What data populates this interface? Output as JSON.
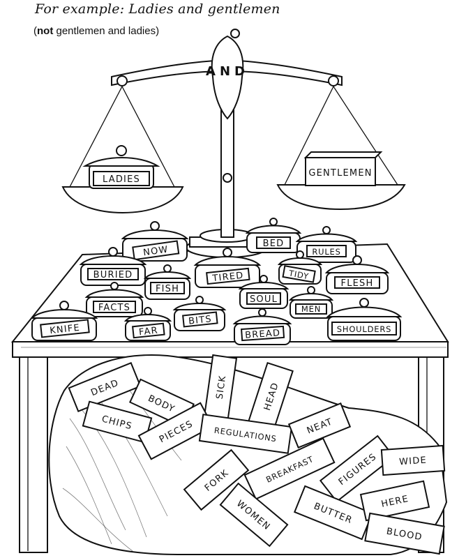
{
  "caption": {
    "example": "For example: Ladies and gentlemen",
    "note_bold": "not",
    "note_rest": " gentlemen and ladies)",
    "note_open": "("
  },
  "scale": {
    "beam_label": "AND",
    "left_pan": "LADIES",
    "right_pan": "GENTLEMEN"
  },
  "table_pots": [
    {
      "label": "NOW"
    },
    {
      "label": "BED"
    },
    {
      "label": "RULES"
    },
    {
      "label": "BURIED"
    },
    {
      "label": "TIRED"
    },
    {
      "label": "TIDY"
    },
    {
      "label": "FLESH"
    },
    {
      "label": "FISH"
    },
    {
      "label": "SOUL"
    },
    {
      "label": "FACTS"
    },
    {
      "label": "MEN"
    },
    {
      "label": "BITS"
    },
    {
      "label": "KNIFE"
    },
    {
      "label": "FAR"
    },
    {
      "label": "BREAD"
    },
    {
      "label": "SHOULDERS"
    }
  ],
  "sack_blocks": [
    {
      "label": "DEAD"
    },
    {
      "label": "BODY"
    },
    {
      "label": "SICK"
    },
    {
      "label": "HEAD"
    },
    {
      "label": "CHIPS"
    },
    {
      "label": "PIECES"
    },
    {
      "label": "REGULATIONS"
    },
    {
      "label": "NEAT"
    },
    {
      "label": "FIGURES"
    },
    {
      "label": "WIDE"
    },
    {
      "label": "BREAKFAST"
    },
    {
      "label": "FORK"
    },
    {
      "label": "BUTTER"
    },
    {
      "label": "HERE"
    },
    {
      "label": "WOMEN"
    },
    {
      "label": "BLOOD"
    }
  ]
}
